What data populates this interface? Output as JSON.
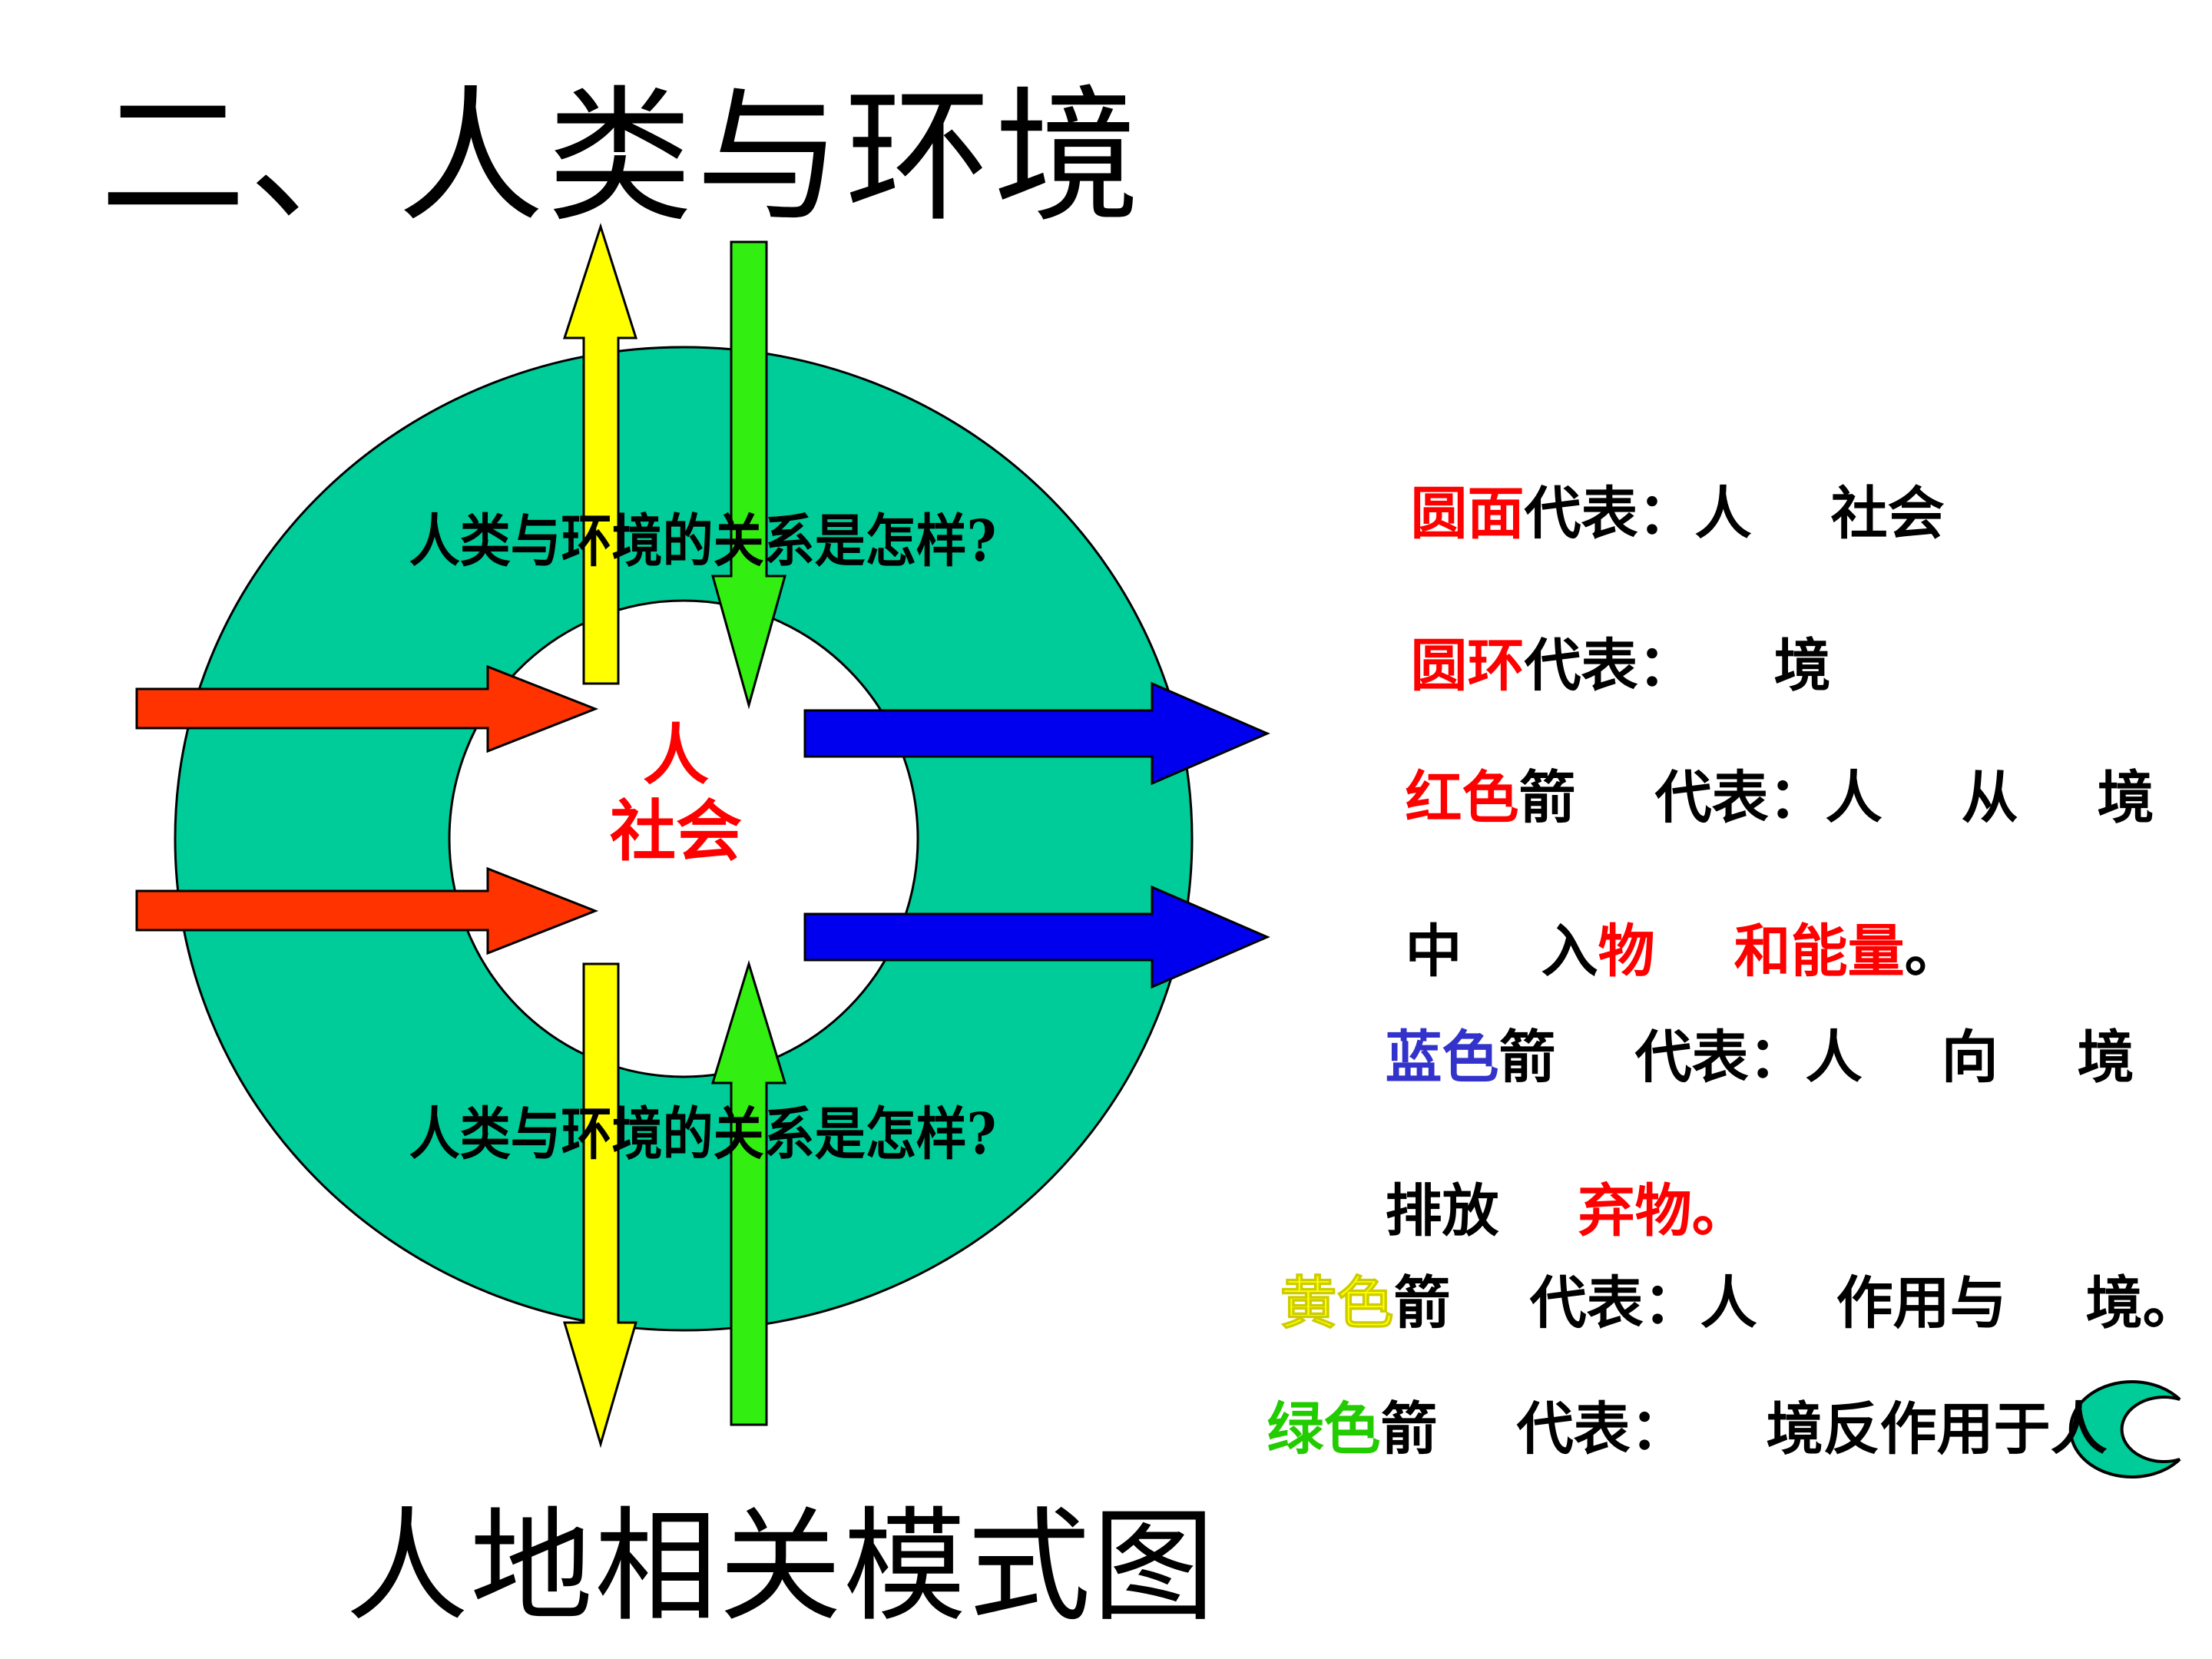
{
  "title": "二、人类与环境",
  "caption": "人地相关模式图",
  "center_label": {
    "line1": "人",
    "line2": "社会"
  },
  "question_top": "人类与环境的关系是怎样?",
  "question_bottom": "人类与环境的关系是怎样?",
  "colors": {
    "ring": "#00cc99",
    "red_arrow": "#ff3300",
    "blue_arrow": "#0000ee",
    "yellow_arrow": "#ffff00",
    "green_arrow": "#33ee11",
    "key_red": "#ff0000",
    "key_blue": "#3333cc",
    "key_yellow": "#ffff00",
    "key_green": "#22cc00"
  },
  "legend": {
    "disk": {
      "key": "圆面",
      "text": "代表：人    社会"
    },
    "ring": {
      "key": "圆环",
      "text": "代表：    境"
    },
    "red": {
      "key": "红色",
      "text": "箭    代表：人    从    境",
      "line2_a": "中    入",
      "line2_b": "物",
      "line2_c": "    ",
      "line2_d": "和能量",
      "line2_e": "。"
    },
    "blue": {
      "key": "蓝色",
      "text": "箭    代表：人    向    境",
      "line2_a": "排放    ",
      "line2_b": "弃物。"
    },
    "yellow": {
      "key": "黄色",
      "text": "箭    代表：人    作用与    境。"
    },
    "green": {
      "key": "绿色",
      "text": "箭    代表：    境反作用于人"
    }
  },
  "icons": {
    "nav": "crescent-nav-icon"
  }
}
